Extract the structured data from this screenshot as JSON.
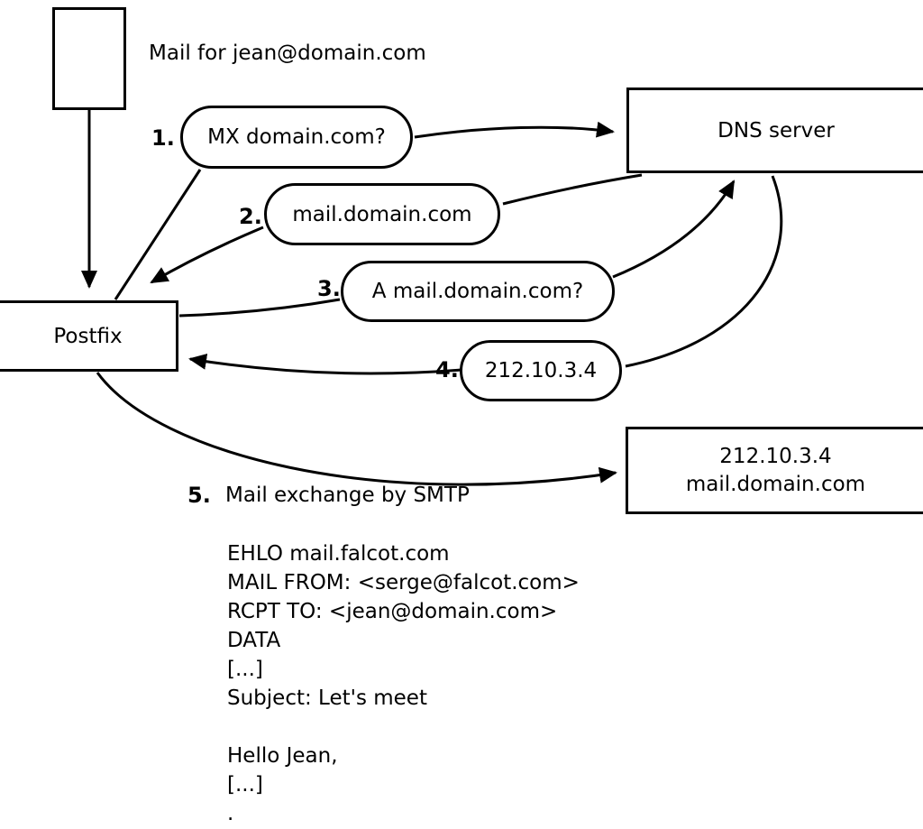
{
  "diagram": {
    "mail_label": "Mail for jean@domain.com",
    "nodes": {
      "postfix": "Postfix",
      "dns_server": "DNS server",
      "mail_server_line1": "212.10.3.4",
      "mail_server_line2": "mail.domain.com"
    },
    "steps": [
      {
        "num": "1.",
        "label": "MX domain.com?"
      },
      {
        "num": "2.",
        "label": "mail.domain.com"
      },
      {
        "num": "3.",
        "label": "A mail.domain.com?"
      },
      {
        "num": "4.",
        "label": "212.10.3.4"
      }
    ],
    "step5": {
      "num": "5.",
      "label": "Mail exchange by SMTP"
    },
    "smtp": {
      "lines": [
        "EHLO mail.falcot.com",
        "MAIL FROM: <serge@falcot.com>",
        "RCPT TO: <jean@domain.com>",
        "DATA",
        "[...]",
        "Subject: Let's meet",
        "",
        "Hello Jean,",
        "[...]",
        "."
      ]
    }
  }
}
